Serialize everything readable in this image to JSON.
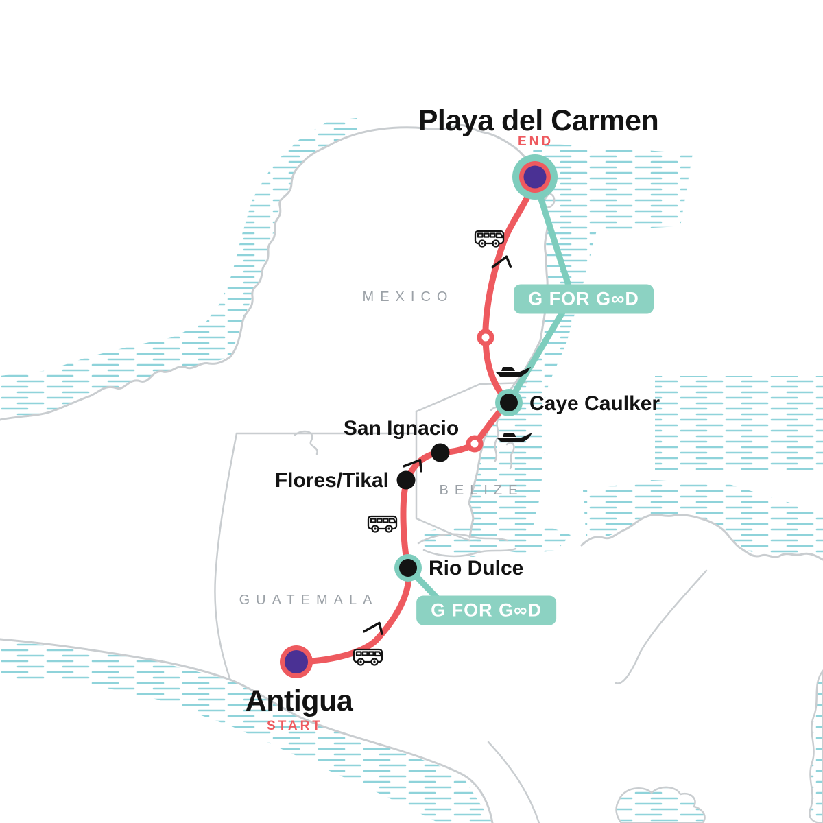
{
  "route": {
    "start": {
      "city": "Antigua",
      "tag": "START"
    },
    "end": {
      "city": "Playa del Carmen",
      "tag": "END"
    },
    "stops": [
      {
        "name": "Rio Dulce"
      },
      {
        "name": "Flores/Tikal"
      },
      {
        "name": "San Ignacio"
      },
      {
        "name": "Caye Caulker"
      }
    ]
  },
  "countries": [
    {
      "name": "MEXICO"
    },
    {
      "name": "GUATEMALA"
    },
    {
      "name": "BELIZE"
    }
  ],
  "badges": [
    {
      "label": "G FOR G∞D"
    },
    {
      "label": "G FOR G∞D"
    }
  ],
  "transport_icons": [
    {
      "type": "bus-icon"
    },
    {
      "type": "bus-icon"
    },
    {
      "type": "bus-icon"
    },
    {
      "type": "boat-icon"
    },
    {
      "type": "boat-icon"
    }
  ],
  "colors": {
    "route": "#ee5a5f",
    "teal_line": "#7ecdbd",
    "badge_bg": "#8cd2c2",
    "marker_purple": "#4a3194",
    "coast_gray": "#c9cdd0",
    "hatch_teal": "#8fd3da",
    "country_label": "#9ba1a7",
    "label_black": "#131313"
  }
}
